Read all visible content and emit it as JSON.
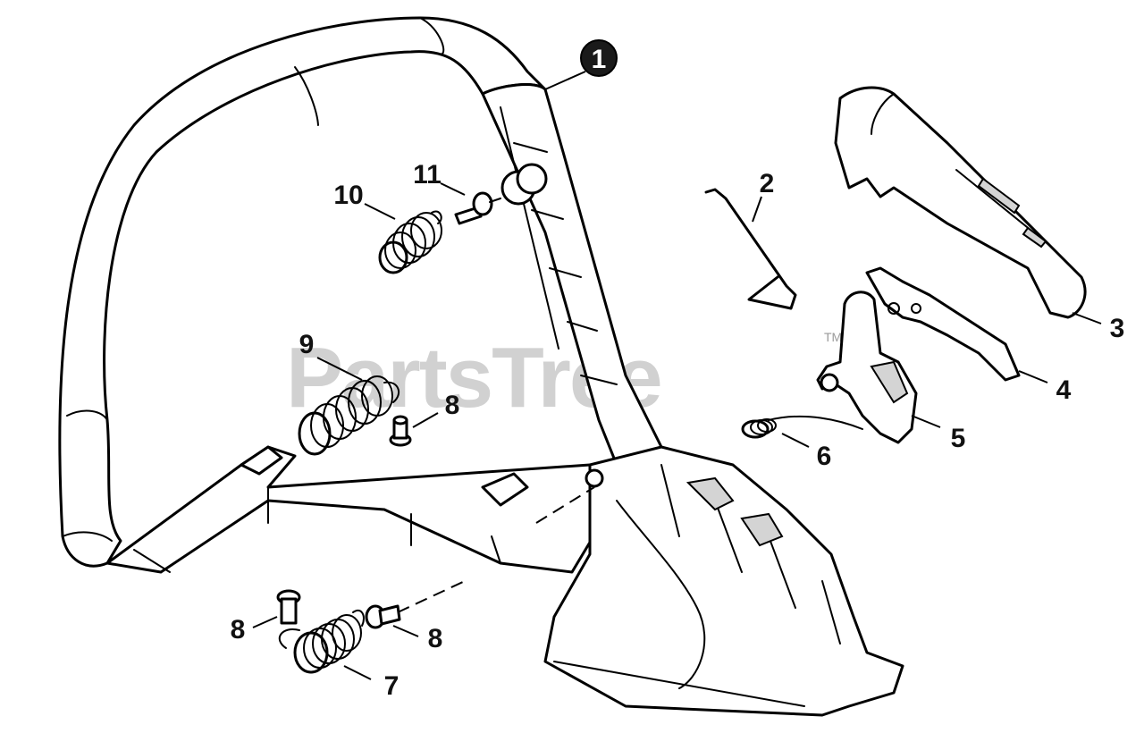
{
  "watermark": {
    "text": "PartsTree",
    "trademark": "TM"
  },
  "callouts": {
    "c1": "1",
    "c2": "2",
    "c3": "3",
    "c4": "4",
    "c5": "5",
    "c6": "6",
    "c7": "7",
    "c8a": "8",
    "c8b": "8",
    "c8c": "8",
    "c9": "9",
    "c10": "10",
    "c11": "11"
  },
  "colors": {
    "line": "#000000",
    "watermark": "#9a9a9a",
    "background": "#ffffff"
  }
}
